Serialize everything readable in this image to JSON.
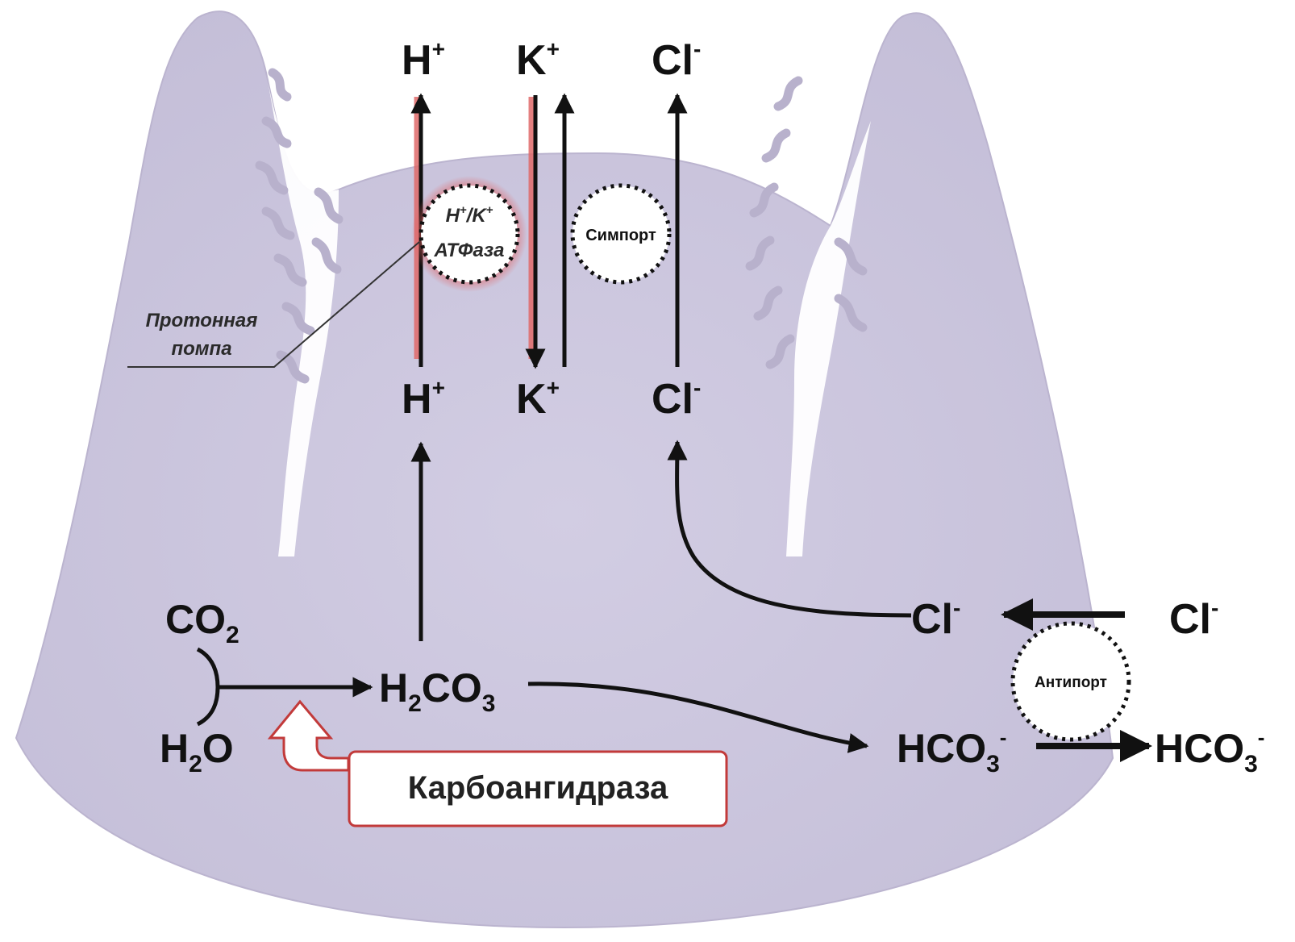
{
  "ions": {
    "h_top": {
      "base": "H",
      "sup": "+"
    },
    "k_top": {
      "base": "K",
      "sup": "+"
    },
    "cl_top": {
      "base": "Cl",
      "sup": "-"
    },
    "h_mid": {
      "base": "H",
      "sup": "+"
    },
    "k_mid": {
      "base": "K",
      "sup": "+"
    },
    "cl_mid": {
      "base": "Cl",
      "sup": "-"
    },
    "cl_cell": {
      "base": "Cl",
      "sup": "-"
    },
    "cl_blood": {
      "base": "Cl",
      "sup": "-"
    },
    "hco3_cell": {
      "base": "HCO",
      "sub": "3",
      "sup": "-"
    },
    "hco3_blood": {
      "base": "HCO",
      "sub": "3",
      "sup": "-"
    }
  },
  "molecules": {
    "co2": {
      "base": "CO",
      "sub": "2"
    },
    "h2o": {
      "p1": "H",
      "sub": "2",
      "p2": "O"
    },
    "h2co3": {
      "p1": "H",
      "sub1": "2",
      "p2": "CO",
      "sub2": "3"
    }
  },
  "transporters": {
    "atpase_line1": {
      "a": "H",
      "a_sup": "+",
      "sep": "/K",
      "b_sup": "+"
    },
    "atpase_line2": "АТФаза",
    "symport": "Симпорт",
    "antiport": "Антипорт"
  },
  "callout": {
    "line1": "Протонная",
    "line2": "помпа"
  },
  "enzyme": "Карбоангидраза",
  "colors": {
    "cell": "#cac5dc",
    "cell_edge": "#beb8d2",
    "arrow": "#111111",
    "pump_glow": "#e05a5a",
    "enzyme_border": "#c23a3a"
  }
}
